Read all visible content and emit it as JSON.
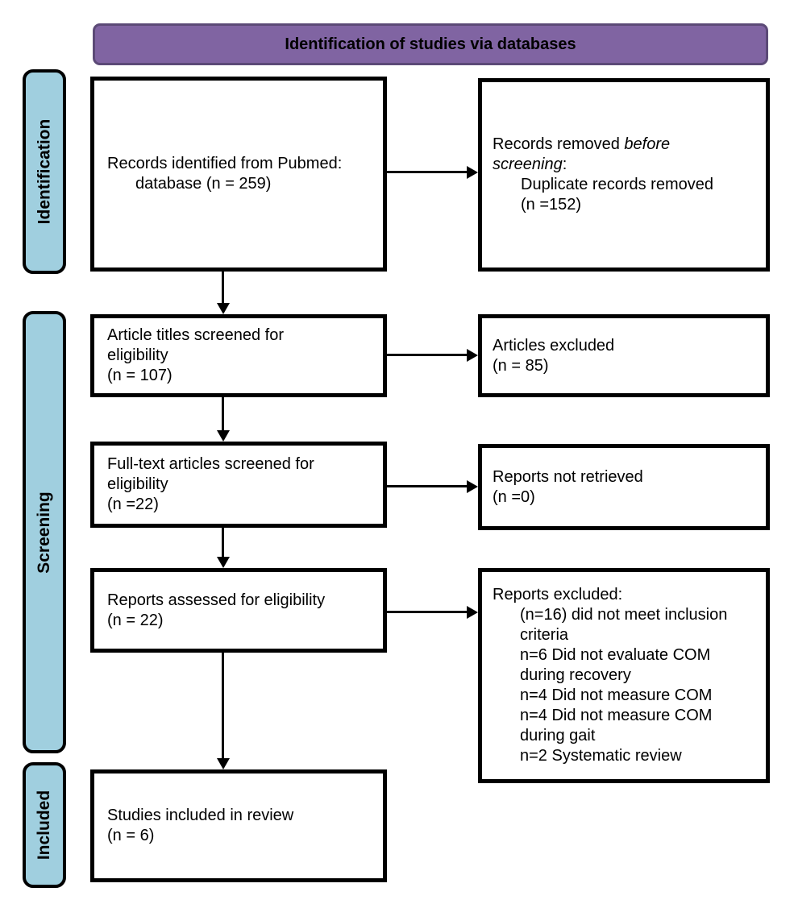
{
  "banner": {
    "title": "Identification of studies via databases"
  },
  "stages": [
    {
      "label": "Identification"
    },
    {
      "label": "Screening"
    },
    {
      "label": "Included"
    }
  ],
  "boxes": {
    "records_identified": {
      "line1": "Records identified from Pubmed:",
      "line2": "database (n = 259)"
    },
    "records_removed": {
      "l1_normal": "Records removed ",
      "l1_italic": "before",
      "l2_italic": "screening",
      "l2_normal": ":",
      "detail_line1": "Duplicate records removed",
      "detail_line2": "(n =152)"
    },
    "titles_screened": {
      "line1": "Article titles screened for",
      "line2": "eligibility",
      "line3": "(n = 107)"
    },
    "articles_excluded": {
      "line1": "Articles excluded",
      "line2": "(n = 85)"
    },
    "fulltext_screened": {
      "line1": "Full-text articles screened for",
      "line2": "eligibility",
      "line3": "(n =22)"
    },
    "reports_not_retrieved": {
      "line1": "Reports not retrieved",
      "line2": "(n =0)"
    },
    "reports_assessed": {
      "line1": "Reports assessed for eligibility",
      "line2": "(n = 22)"
    },
    "reports_excluded": {
      "header": "Reports excluded:",
      "items": [
        "(n=16) did not meet inclusion criteria",
        "n=6 Did not evaluate COM during recovery",
        "n=4 Did not measure COM",
        "n=4 Did not measure COM during gait",
        "n=2 Systematic review"
      ]
    },
    "studies_included": {
      "line1": "Studies included in review",
      "line2": "(n = 6)"
    }
  },
  "colors": {
    "banner_fill": "#8064A2",
    "banner_border": "#5C4A77",
    "stage_fill": "#A0CFDF",
    "box_border": "#000000",
    "background": "#FFFFFF"
  }
}
